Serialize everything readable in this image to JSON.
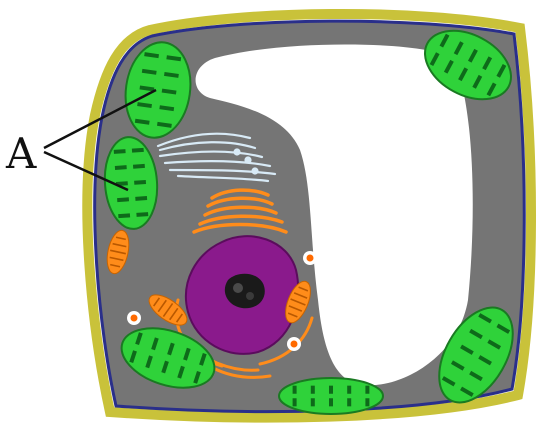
{
  "labels": {
    "pointer_label": "A"
  },
  "colors": {
    "cell_wall": "#c9c23a",
    "cell_membrane": "#2a2f8a",
    "cytoplasm": "#757575",
    "vacuole": "#ffffff",
    "chloroplast_fill": "#2fd23a",
    "chloroplast_stroke": "#1a7a22",
    "thylakoid": "#0e6a1a",
    "nucleus": "#8a1a8c",
    "nucleolus": "#1a1a1a",
    "golgi_er": "#ff8c1a",
    "mitochondria_fill": "#ff8c1a",
    "vesicle": "#ffffff",
    "vesicle_center": "#ff6a00",
    "microtubules": "#d8eaf6",
    "pointer_lines": "#111111"
  },
  "components": [
    "cell-wall",
    "cell-membrane",
    "cytoplasm",
    "central-vacuole",
    "chloroplast",
    "nucleus",
    "nucleolus",
    "endoplasmic-reticulum",
    "golgi-apparatus",
    "mitochondrion",
    "vesicle"
  ]
}
